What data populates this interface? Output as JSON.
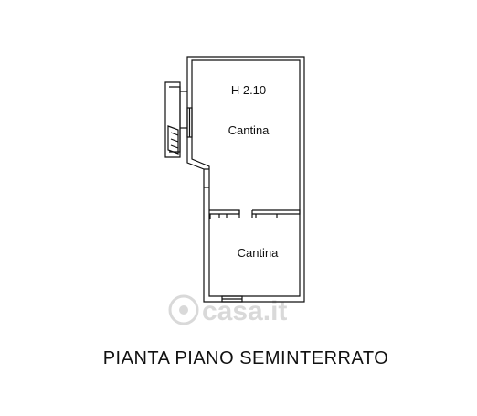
{
  "plan": {
    "rooms": [
      {
        "label": "Cantina",
        "height_label": "H 2.10"
      },
      {
        "label": "Cantina"
      }
    ],
    "caption": "PIANTA PIANO SEMINTERRATO"
  },
  "watermark": {
    "text": "casa.it",
    "icon": "casa-logo-icon"
  },
  "colors": {
    "line": "#111111",
    "watermark": "#d9d9d9"
  }
}
